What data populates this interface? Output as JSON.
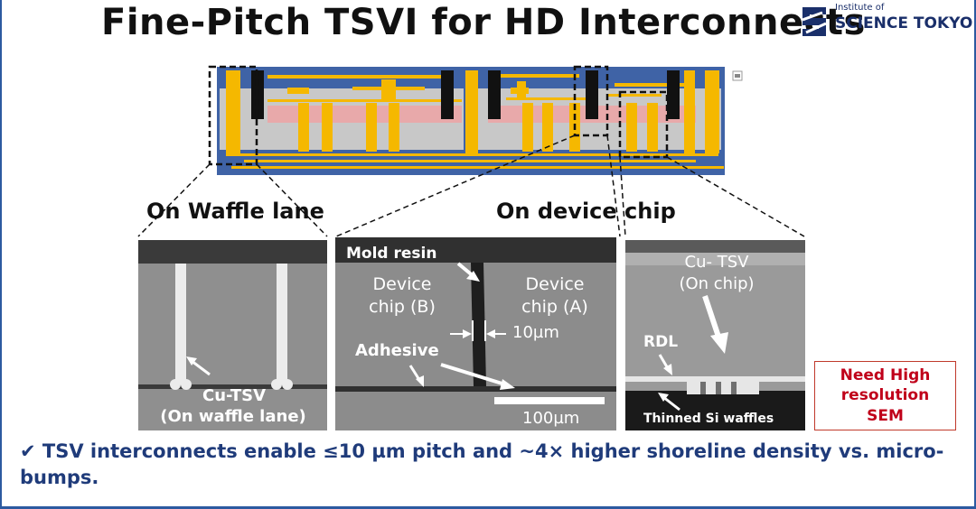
{
  "title": "Fine-Pitch TSVI for HD Interconnects",
  "logo": {
    "small": "Institute of",
    "big": "SCIENCE TOKYO",
    "icon": "institute-s-logo-icon"
  },
  "sections": {
    "waffle": "On Waffle lane",
    "device": "On device chip"
  },
  "panel_waffle": {
    "label_line1": "Cu-TSV",
    "label_line2": "(On waffle lane)"
  },
  "panel_device": {
    "mold_resin": "Mold resin",
    "chip_b_line1": "Device",
    "chip_b_line2": "chip (B)",
    "chip_a_line1": "Device",
    "chip_a_line2": "chip (A)",
    "gap": "10µm",
    "adhesive": "Adhesive",
    "scale": "100µm"
  },
  "panel_chip": {
    "tsv_line1": "Cu- TSV",
    "tsv_line2": "(On chip)",
    "rdl": "RDL",
    "waffles": "Thinned Si waffles"
  },
  "note_box": "Need High\nresolution\nSEM",
  "bottom": {
    "check": "✔",
    "text": "TSV interconnects enable ≤10 µm pitch and ~4× higher shoreline density vs. micro-bumps."
  },
  "colors": {
    "accent": "#2c5aa0",
    "tsv_gold": "#f5b800",
    "substrate_blue": "#3f63a6",
    "pink_layer": "#e8a9aa",
    "warning_red": "#c0001a"
  }
}
